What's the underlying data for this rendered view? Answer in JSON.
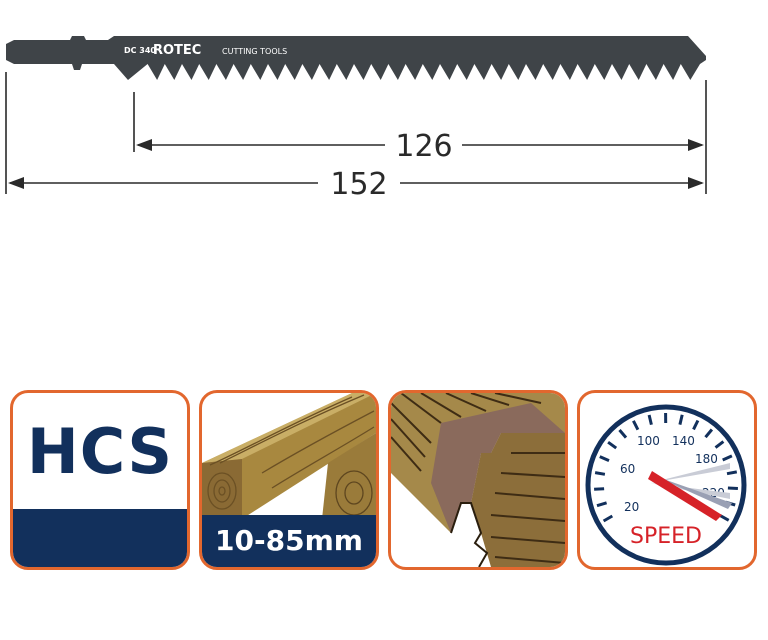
{
  "blade": {
    "model": "DC 340",
    "brand": "ROTEC",
    "tagline": "CUTTING TOOLS"
  },
  "dimensions": {
    "working_length": "126",
    "total_length": "152"
  },
  "badges": {
    "material": "HCS",
    "thickness": "10-85mm",
    "speed_label": "SPEED",
    "speed_scale": [
      "20",
      "60",
      "100",
      "140",
      "180",
      "220"
    ]
  },
  "colors": {
    "accent_border": "#e2672e",
    "navy": "#12305c",
    "blade": "#3f4448",
    "speed_red": "#d62228"
  }
}
